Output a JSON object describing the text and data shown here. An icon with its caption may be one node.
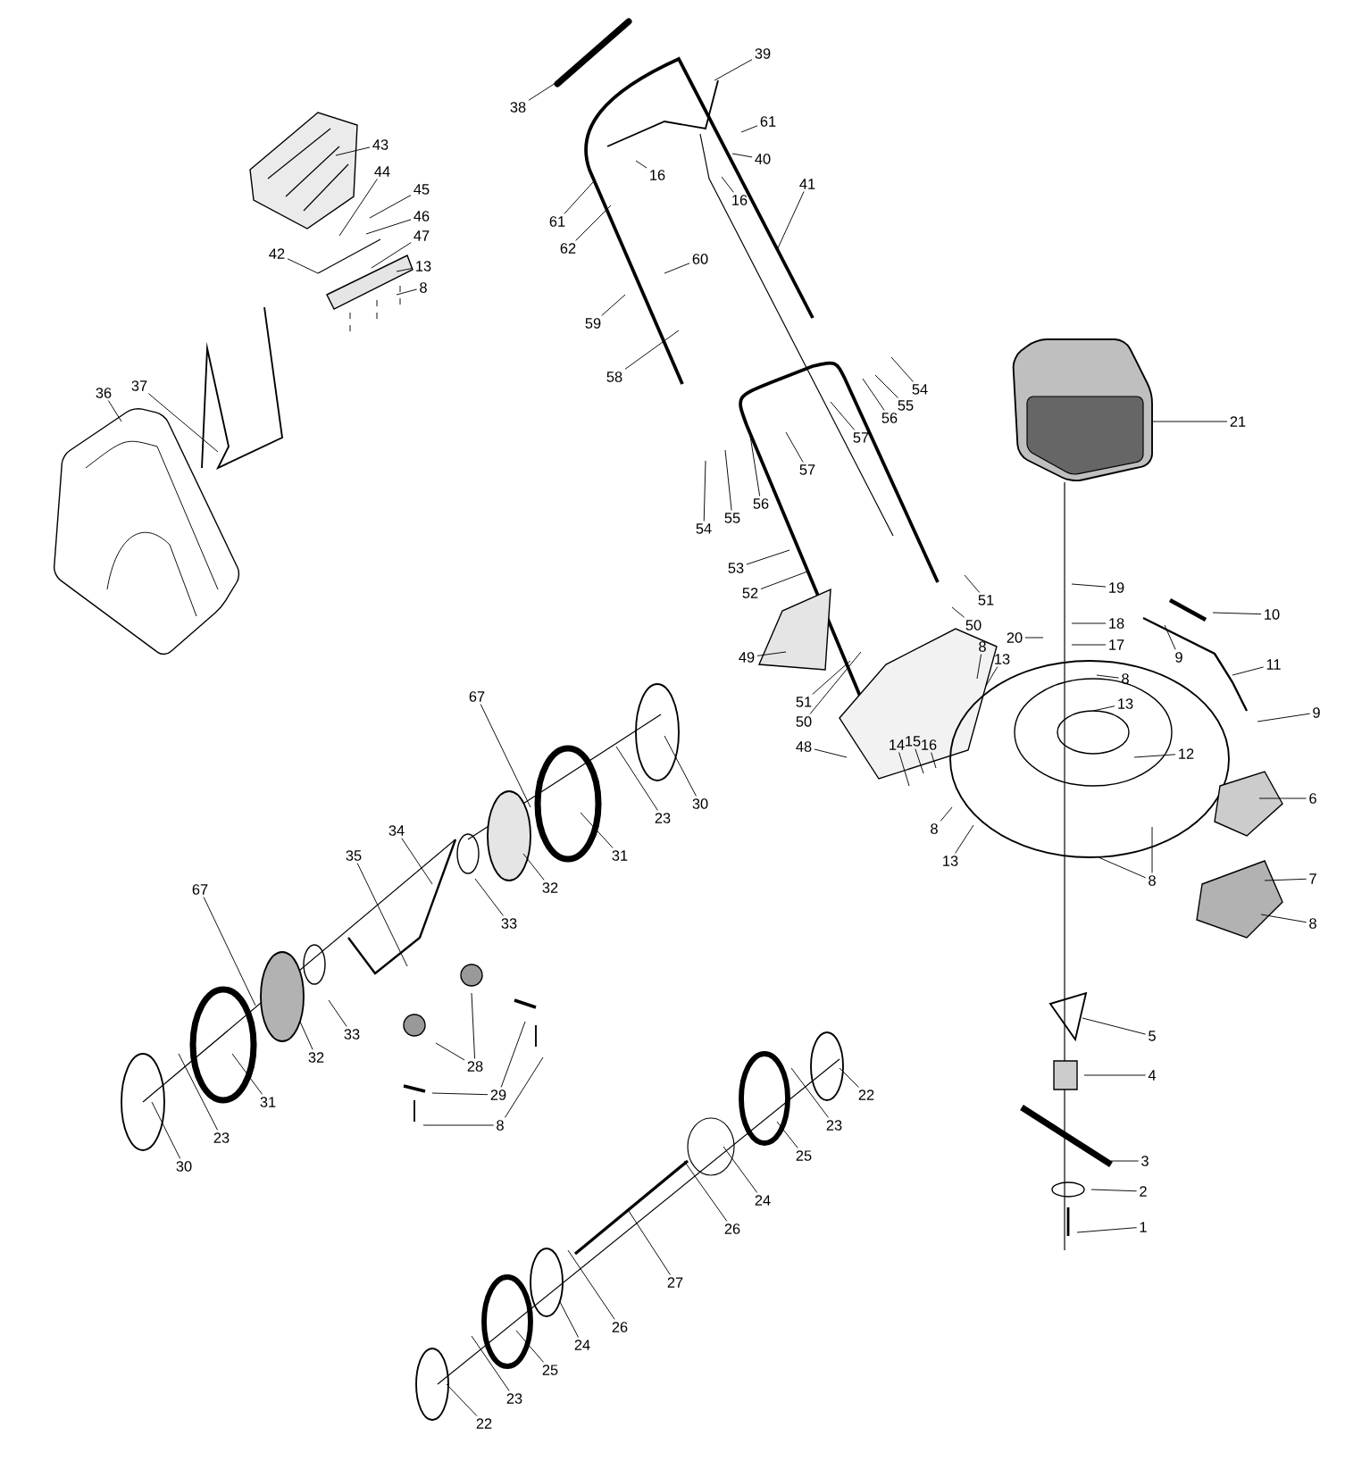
{
  "diagram": {
    "nodes": [
      {
        "text": [
          "38"
        ]
      },
      {
        "text": [
          "39"
        ]
      },
      {
        "text": [
          "43"
        ]
      },
      {
        "text": [
          "61"
        ]
      },
      {
        "text": [
          "40"
        ]
      },
      {
        "text": [
          "44"
        ]
      },
      {
        "text": [
          "16"
        ]
      },
      {
        "text": [
          "41"
        ]
      },
      {
        "text": [
          "16"
        ]
      },
      {
        "text": [
          "45"
        ]
      },
      {
        "text": [
          "46"
        ]
      },
      {
        "text": [
          "61"
        ]
      },
      {
        "text": [
          "47"
        ]
      },
      {
        "text": [
          "62"
        ]
      },
      {
        "text": [
          "42"
        ]
      },
      {
        "text": [
          "60"
        ]
      },
      {
        "text": [
          "13"
        ]
      },
      {
        "text": [
          "8"
        ]
      },
      {
        "text": [
          "59"
        ]
      },
      {
        "text": [
          "58"
        ]
      },
      {
        "text": [
          "54"
        ]
      },
      {
        "text": [
          "37"
        ]
      },
      {
        "text": [
          "36"
        ]
      },
      {
        "text": [
          "55"
        ]
      },
      {
        "text": [
          "56"
        ]
      },
      {
        "text": [
          "21"
        ]
      },
      {
        "text": [
          "57"
        ]
      },
      {
        "text": [
          "57"
        ]
      },
      {
        "text": [
          "56"
        ]
      },
      {
        "text": [
          "55"
        ]
      },
      {
        "text": [
          "54"
        ]
      },
      {
        "text": [
          "53"
        ]
      },
      {
        "text": [
          "52"
        ]
      },
      {
        "text": [
          "19"
        ]
      },
      {
        "text": [
          "51"
        ]
      },
      {
        "text": [
          "50"
        ]
      },
      {
        "text": [
          "18"
        ]
      },
      {
        "text": [
          "10"
        ]
      },
      {
        "text": [
          "20"
        ]
      },
      {
        "text": [
          "17"
        ]
      },
      {
        "text": [
          "8"
        ]
      },
      {
        "text": [
          "9"
        ]
      },
      {
        "text": [
          "49"
        ]
      },
      {
        "text": [
          "13"
        ]
      },
      {
        "text": [
          "11"
        ]
      },
      {
        "text": [
          "8"
        ]
      },
      {
        "text": [
          "67"
        ]
      },
      {
        "text": [
          "13"
        ]
      },
      {
        "text": [
          "51"
        ]
      },
      {
        "text": [
          "9"
        ]
      },
      {
        "text": [
          "50"
        ]
      },
      {
        "text": [
          "15"
        ]
      },
      {
        "text": [
          "14"
        ]
      },
      {
        "text": [
          "16"
        ]
      },
      {
        "text": [
          "48"
        ]
      },
      {
        "text": [
          "12"
        ]
      },
      {
        "text": [
          "6"
        ]
      },
      {
        "text": [
          "30"
        ]
      },
      {
        "text": [
          "23"
        ]
      },
      {
        "text": [
          "34"
        ]
      },
      {
        "text": [
          "8"
        ]
      },
      {
        "text": [
          "31"
        ]
      },
      {
        "text": [
          "35"
        ]
      },
      {
        "text": [
          "13"
        ]
      },
      {
        "text": [
          "7"
        ]
      },
      {
        "text": [
          "8"
        ]
      },
      {
        "text": [
          "32"
        ]
      },
      {
        "text": [
          "67"
        ]
      },
      {
        "text": [
          "33"
        ]
      },
      {
        "text": [
          "8"
        ]
      },
      {
        "text": [
          "33"
        ]
      },
      {
        "text": [
          "5"
        ]
      },
      {
        "text": [
          "32"
        ]
      },
      {
        "text": [
          "28"
        ]
      },
      {
        "text": [
          "4"
        ]
      },
      {
        "text": [
          "22"
        ]
      },
      {
        "text": [
          "29"
        ]
      },
      {
        "text": [
          "31"
        ]
      },
      {
        "text": [
          "8"
        ]
      },
      {
        "text": [
          "23"
        ]
      },
      {
        "text": [
          "23"
        ]
      },
      {
        "text": [
          "25"
        ]
      },
      {
        "text": [
          "3"
        ]
      },
      {
        "text": [
          "30"
        ]
      },
      {
        "text": [
          "2"
        ]
      },
      {
        "text": [
          "24"
        ]
      },
      {
        "text": [
          "1"
        ]
      },
      {
        "text": [
          "26"
        ]
      },
      {
        "text": [
          "27"
        ]
      },
      {
        "text": [
          "26"
        ]
      },
      {
        "text": [
          "24"
        ]
      },
      {
        "text": [
          "25"
        ]
      },
      {
        "text": [
          "23"
        ]
      },
      {
        "text": [
          "22"
        ]
      }
    ],
    "edges": [
      {
        "from": 0,
        "to": null,
        "arrow": "none"
      },
      {
        "from": 1,
        "to": null,
        "arrow": "none"
      },
      {
        "from": 2,
        "to": null,
        "arrow": "none"
      },
      {
        "from": 3,
        "to": null,
        "arrow": "none"
      },
      {
        "from": 4,
        "to": null,
        "arrow": "none"
      },
      {
        "from": 5,
        "to": null,
        "arrow": "none"
      },
      {
        "from": 6,
        "to": null,
        "arrow": "none"
      },
      {
        "from": 7,
        "to": null,
        "arrow": "none"
      },
      {
        "from": 8,
        "to": null,
        "arrow": "none"
      },
      {
        "from": 9,
        "to": null,
        "arrow": "none"
      },
      {
        "from": 10,
        "to": null,
        "arrow": "none"
      },
      {
        "from": 11,
        "to": null,
        "arrow": "none"
      },
      {
        "from": 12,
        "to": null,
        "arrow": "none"
      },
      {
        "from": 13,
        "to": null,
        "arrow": "none"
      },
      {
        "from": 14,
        "to": null,
        "arrow": "none"
      },
      {
        "from": 15,
        "to": null,
        "arrow": "none"
      },
      {
        "from": 16,
        "to": null,
        "arrow": "none"
      },
      {
        "from": 17,
        "to": null,
        "arrow": "none"
      },
      {
        "from": 18,
        "to": null,
        "arrow": "none"
      },
      {
        "from": 19,
        "to": null,
        "arrow": "none"
      },
      {
        "from": 20,
        "to": null,
        "arrow": "none"
      },
      {
        "from": 21,
        "to": null,
        "arrow": "none"
      },
      {
        "from": 22,
        "to": null,
        "arrow": "none"
      },
      {
        "from": 23,
        "to": null,
        "arrow": "none"
      },
      {
        "from": 24,
        "to": null,
        "arrow": "none"
      },
      {
        "from": 25,
        "to": null,
        "arrow": "none"
      },
      {
        "from": 26,
        "to": null,
        "arrow": "none"
      },
      {
        "from": 27,
        "to": null,
        "arrow": "none"
      },
      {
        "from": 28,
        "to": null,
        "arrow": "none"
      },
      {
        "from": 29,
        "to": null,
        "arrow": "none"
      },
      {
        "from": 30,
        "to": null,
        "arrow": "none"
      },
      {
        "from": 31,
        "to": null,
        "arrow": "none"
      },
      {
        "from": 32,
        "to": null,
        "arrow": "none"
      },
      {
        "from": 33,
        "to": null,
        "arrow": "none"
      },
      {
        "from": 34,
        "to": null,
        "arrow": "none"
      },
      {
        "from": 35,
        "to": null,
        "arrow": "none"
      },
      {
        "from": 36,
        "to": null,
        "arrow": "none"
      },
      {
        "from": 37,
        "to": null,
        "arrow": "none"
      },
      {
        "from": 38,
        "to": null,
        "arrow": "none"
      },
      {
        "from": 39,
        "to": null,
        "arrow": "none"
      },
      {
        "from": 40,
        "to": null,
        "arrow": "none"
      },
      {
        "from": 41,
        "to": null,
        "arrow": "none"
      },
      {
        "from": 42,
        "to": null,
        "arrow": "none"
      },
      {
        "from": 43,
        "to": null,
        "arrow": "none"
      },
      {
        "from": 44,
        "to": null,
        "arrow": "none"
      },
      {
        "from": 45,
        "to": null,
        "arrow": "none"
      },
      {
        "from": 46,
        "to": null,
        "arrow": "none"
      },
      {
        "from": 47,
        "to": null,
        "arrow": "none"
      },
      {
        "from": 48,
        "to": null,
        "arrow": "none"
      },
      {
        "from": 49,
        "to": null,
        "arrow": "none"
      },
      {
        "from": 50,
        "to": null,
        "arrow": "none"
      },
      {
        "from": 51,
        "to": null,
        "arrow": "none"
      },
      {
        "from": 52,
        "to": null,
        "arrow": "none"
      },
      {
        "from": 53,
        "to": null,
        "arrow": "none"
      },
      {
        "from": 54,
        "to": null,
        "arrow": "none"
      },
      {
        "from": 55,
        "to": null,
        "arrow": "none"
      },
      {
        "from": 56,
        "to": null,
        "arrow": "none"
      },
      {
        "from": 57,
        "to": null,
        "arrow": "none"
      },
      {
        "from": 58,
        "to": null,
        "arrow": "none"
      },
      {
        "from": 59,
        "to": null,
        "arrow": "none"
      },
      {
        "from": 60,
        "to": null,
        "arrow": "none"
      },
      {
        "from": 61,
        "to": null,
        "arrow": "none"
      },
      {
        "from": 62,
        "to": null,
        "arrow": "none"
      },
      {
        "from": 63,
        "to": null,
        "arrow": "none"
      },
      {
        "from": 64,
        "to": null,
        "arrow": "none"
      },
      {
        "from": 65,
        "to": null,
        "arrow": "none"
      },
      {
        "from": 65,
        "to": null,
        "arrow": "none"
      },
      {
        "from": 66,
        "to": null,
        "arrow": "none"
      },
      {
        "from": 67,
        "to": null,
        "arrow": "none"
      },
      {
        "from": 68,
        "to": null,
        "arrow": "none"
      },
      {
        "from": 69,
        "to": null,
        "arrow": "none"
      },
      {
        "from": 70,
        "to": null,
        "arrow": "none"
      },
      {
        "from": 71,
        "to": null,
        "arrow": "none"
      },
      {
        "from": 72,
        "to": null,
        "arrow": "none"
      },
      {
        "from": 73,
        "to": null,
        "arrow": "none"
      },
      {
        "from": 73,
        "to": null,
        "arrow": "none"
      },
      {
        "from": 74,
        "to": null,
        "arrow": "none"
      },
      {
        "from": 75,
        "to": null,
        "arrow": "none"
      },
      {
        "from": 76,
        "to": null,
        "arrow": "none"
      },
      {
        "from": 76,
        "to": null,
        "arrow": "none"
      },
      {
        "from": 77,
        "to": null,
        "arrow": "none"
      },
      {
        "from": 78,
        "to": null,
        "arrow": "none"
      },
      {
        "from": 78,
        "to": null,
        "arrow": "none"
      },
      {
        "from": 79,
        "to": null,
        "arrow": "none"
      },
      {
        "from": 80,
        "to": null,
        "arrow": "none"
      },
      {
        "from": 81,
        "to": null,
        "arrow": "none"
      },
      {
        "from": 82,
        "to": null,
        "arrow": "none"
      },
      {
        "from": 83,
        "to": null,
        "arrow": "none"
      },
      {
        "from": 84,
        "to": null,
        "arrow": "none"
      },
      {
        "from": 85,
        "to": null,
        "arrow": "none"
      },
      {
        "from": 86,
        "to": null,
        "arrow": "none"
      },
      {
        "from": 87,
        "to": null,
        "arrow": "none"
      },
      {
        "from": 88,
        "to": null,
        "arrow": "none"
      },
      {
        "from": 89,
        "to": null,
        "arrow": "none"
      },
      {
        "from": 90,
        "to": null,
        "arrow": "none"
      },
      {
        "from": 91,
        "to": null,
        "arrow": "none"
      },
      {
        "from": 92,
        "to": null,
        "arrow": "none"
      },
      {
        "from": 93,
        "to": null,
        "arrow": "none"
      }
    ]
  }
}
